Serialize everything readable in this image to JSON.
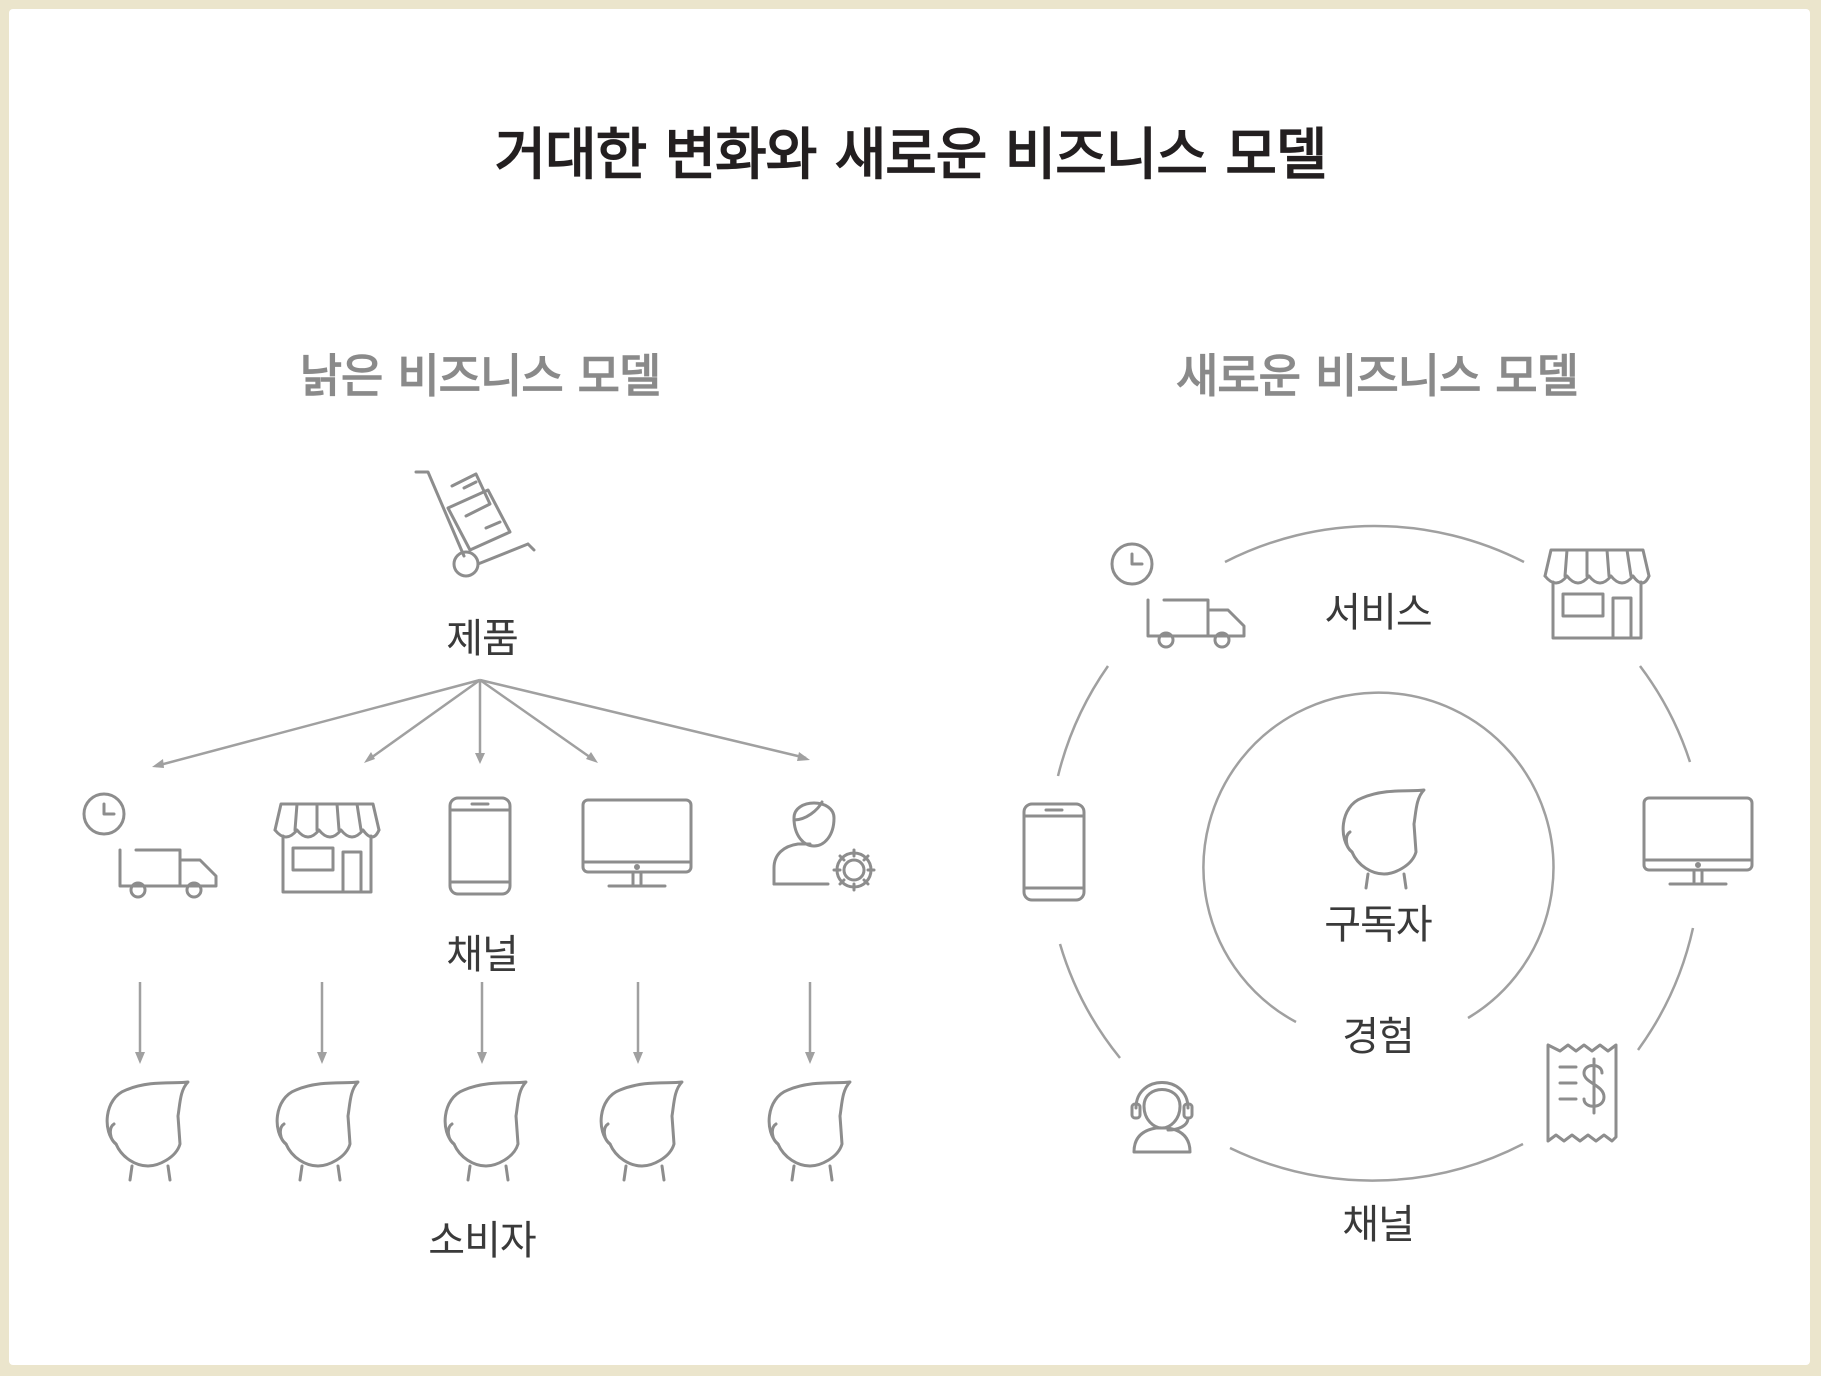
{
  "title": "거대한 변화와 새로운 비즈니스 모델",
  "old_model": {
    "heading": "낡은 비즈니스 모델",
    "product_label": "제품",
    "channel_label": "채널",
    "consumer_label": "소비자",
    "channel_icons": [
      "delivery-truck-icon",
      "storefront-icon",
      "smartphone-icon",
      "monitor-icon",
      "support-agent-settings-icon"
    ]
  },
  "new_model": {
    "heading": "새로운 비즈니스 모델",
    "service_label": "서비스",
    "subscriber_label": "구독자",
    "experience_label": "경험",
    "channel_label": "채널",
    "ring_icons": [
      "delivery-truck-icon",
      "storefront-icon",
      "smartphone-icon",
      "monitor-icon",
      "headset-agent-icon",
      "receipt-icon"
    ]
  },
  "colors": {
    "background": "#ebe5cc",
    "card": "#ffffff",
    "icon_stroke": "#8d8d8d",
    "title": "#231f20",
    "subtitle": "#8a8a8a"
  }
}
